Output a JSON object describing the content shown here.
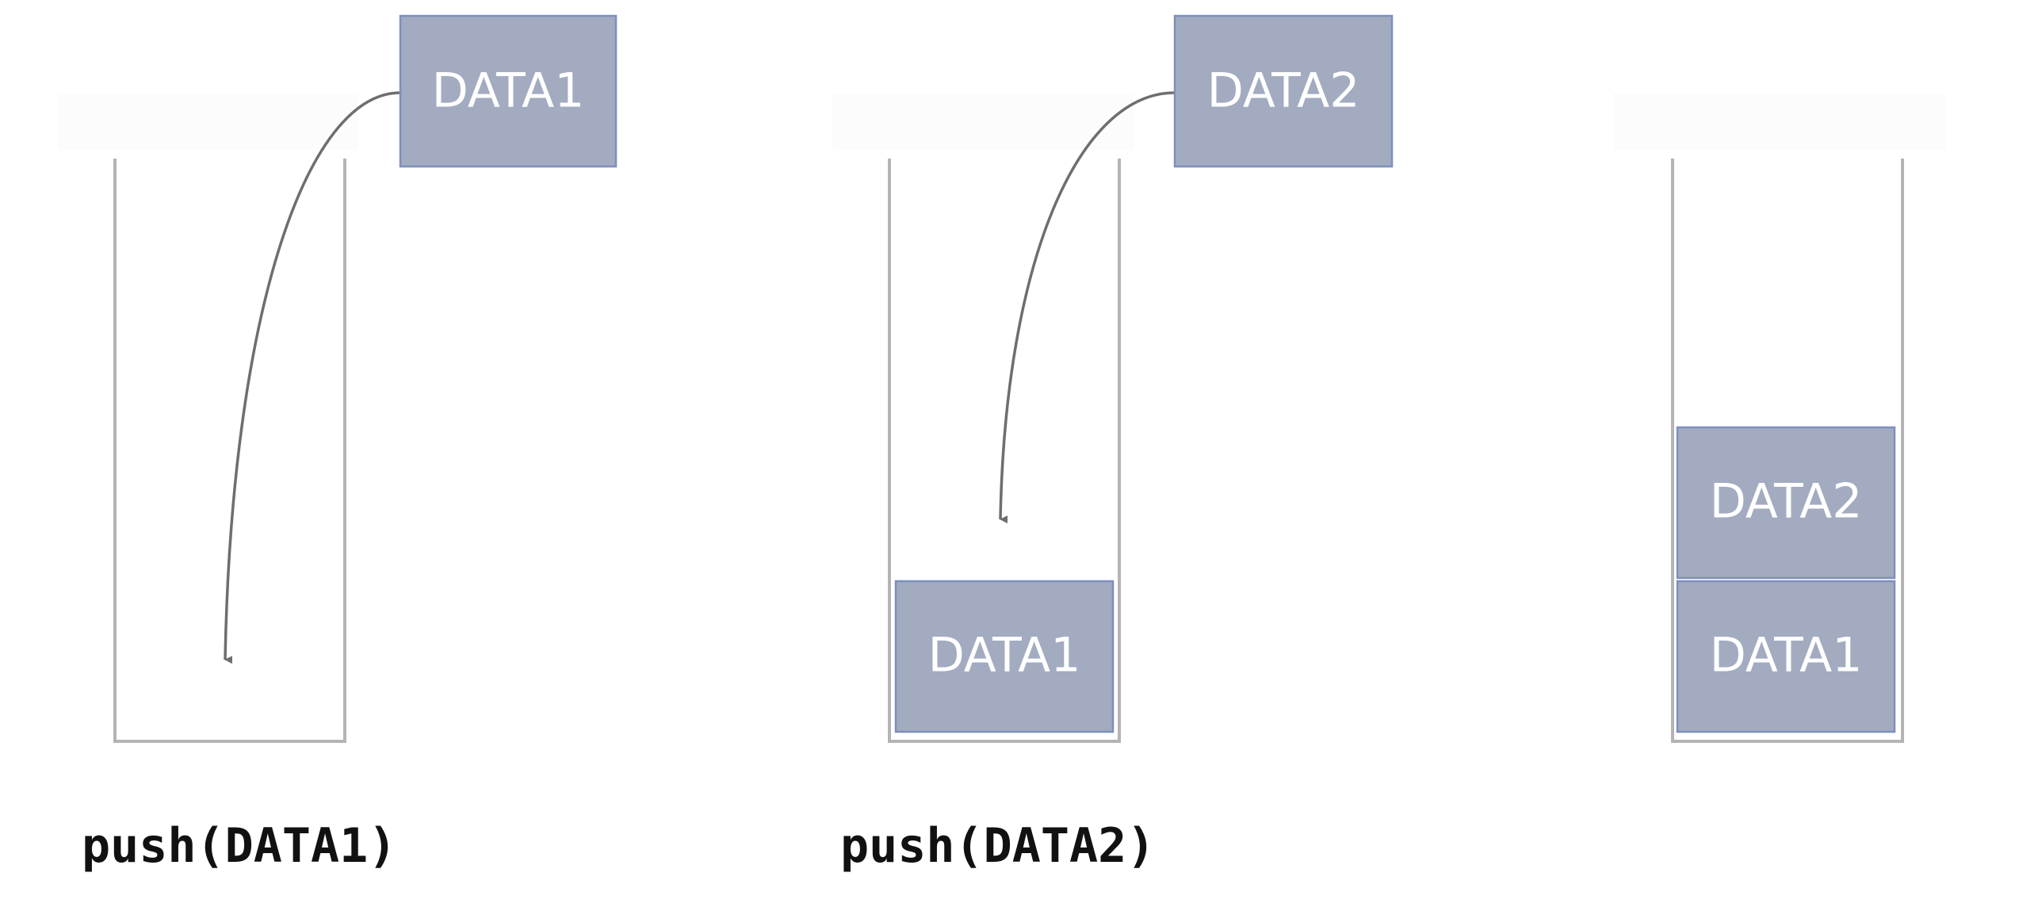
{
  "colors": {
    "block_fill": "#a2abc0",
    "block_stroke": "#7d8fbd",
    "container_stroke": "#b4b4b4",
    "arrow": "#6e6e6e",
    "caption_text": "#111111"
  },
  "steps": [
    {
      "caption": "push(DATA1)",
      "incoming": "DATA1",
      "stack": []
    },
    {
      "caption": "push(DATA2)",
      "incoming": "DATA2",
      "stack": [
        "DATA1"
      ]
    },
    {
      "caption": "",
      "incoming": "",
      "stack": [
        "DATA1",
        "DATA2"
      ]
    }
  ]
}
